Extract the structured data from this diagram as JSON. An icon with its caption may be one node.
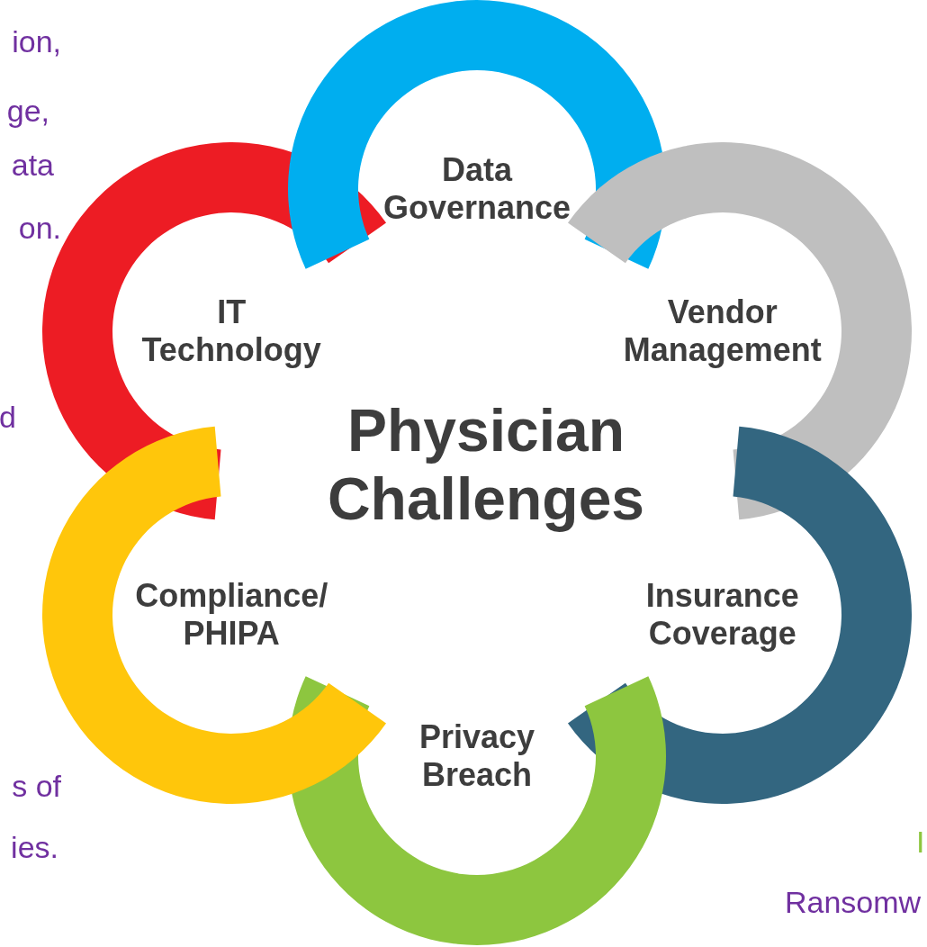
{
  "diagram": {
    "title": "Physician Challenges",
    "nodes": [
      {
        "text": [
          "Data Governance"
        ]
      },
      {
        "text": [
          "IT Technology"
        ]
      },
      {
        "text": [
          "Vendor Management"
        ]
      },
      {
        "text": [
          "Compliance/ PHIPA"
        ]
      },
      {
        "text": [
          "Insurance Coverage"
        ]
      },
      {
        "text": [
          "Privacy Breach"
        ]
      }
    ],
    "labels": [
      "ion,",
      "ge,",
      "ata",
      "on.",
      "d",
      "s of",
      "ies.",
      "I",
      "Ransomw"
    ]
  }
}
